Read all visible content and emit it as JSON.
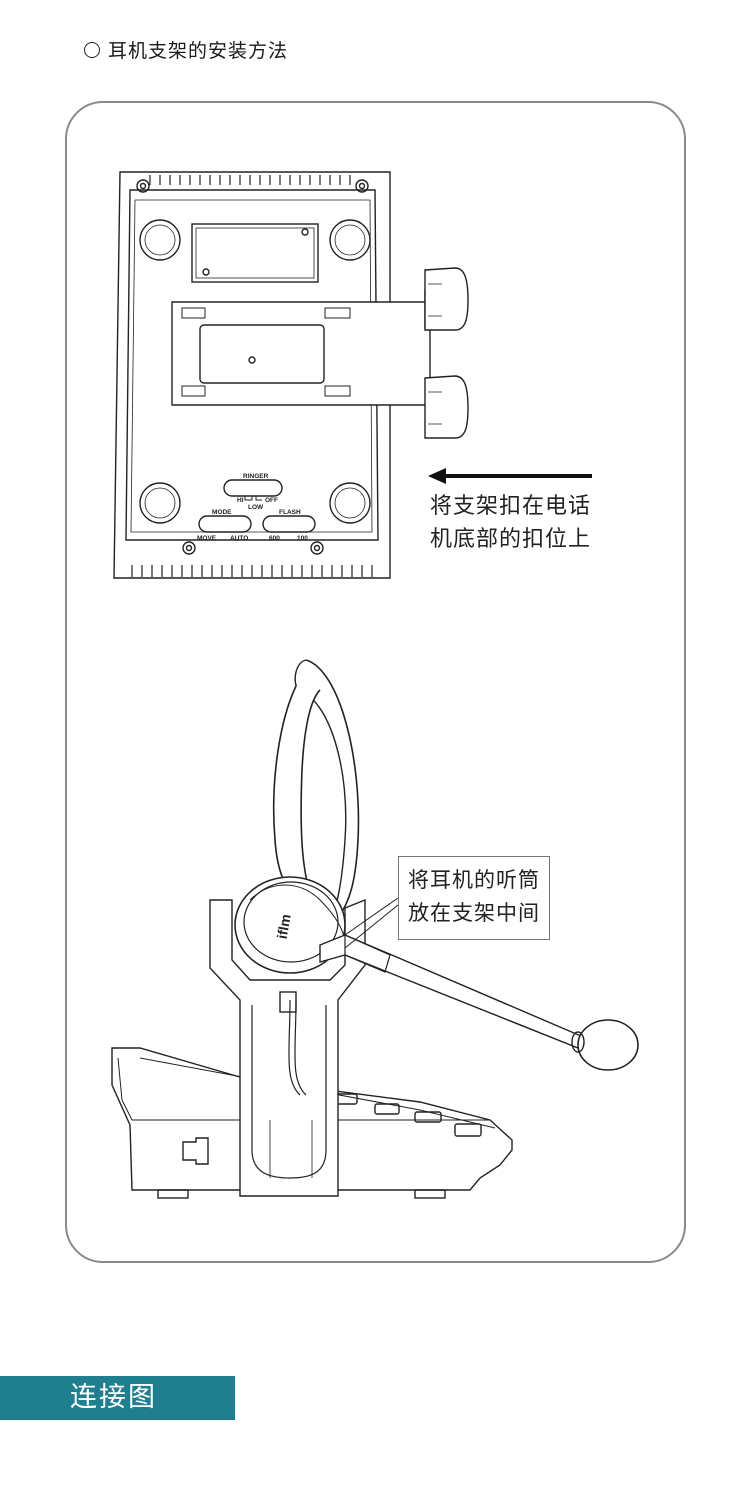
{
  "heading": {
    "text": "耳机支架的安装方法"
  },
  "step1": {
    "line1": "将支架扣在电话",
    "line2": "机底部的扣位上"
  },
  "step2": {
    "line1": "将耳机的听筒",
    "line2": "放在支架中间"
  },
  "phone_bottom_labels": {
    "ringer": "RINGER",
    "hi": "HI",
    "off": "OFF",
    "low": "LOW",
    "mode": "MODE",
    "move": "MOVE",
    "auto": "AUTO",
    "flash": "FLASH",
    "f600": "600",
    "f100": "100"
  },
  "headset_logo": "iflm",
  "section": {
    "title": "连接图"
  },
  "colors": {
    "accent": "#1f7f8f",
    "frame": "#8a8a8a"
  }
}
